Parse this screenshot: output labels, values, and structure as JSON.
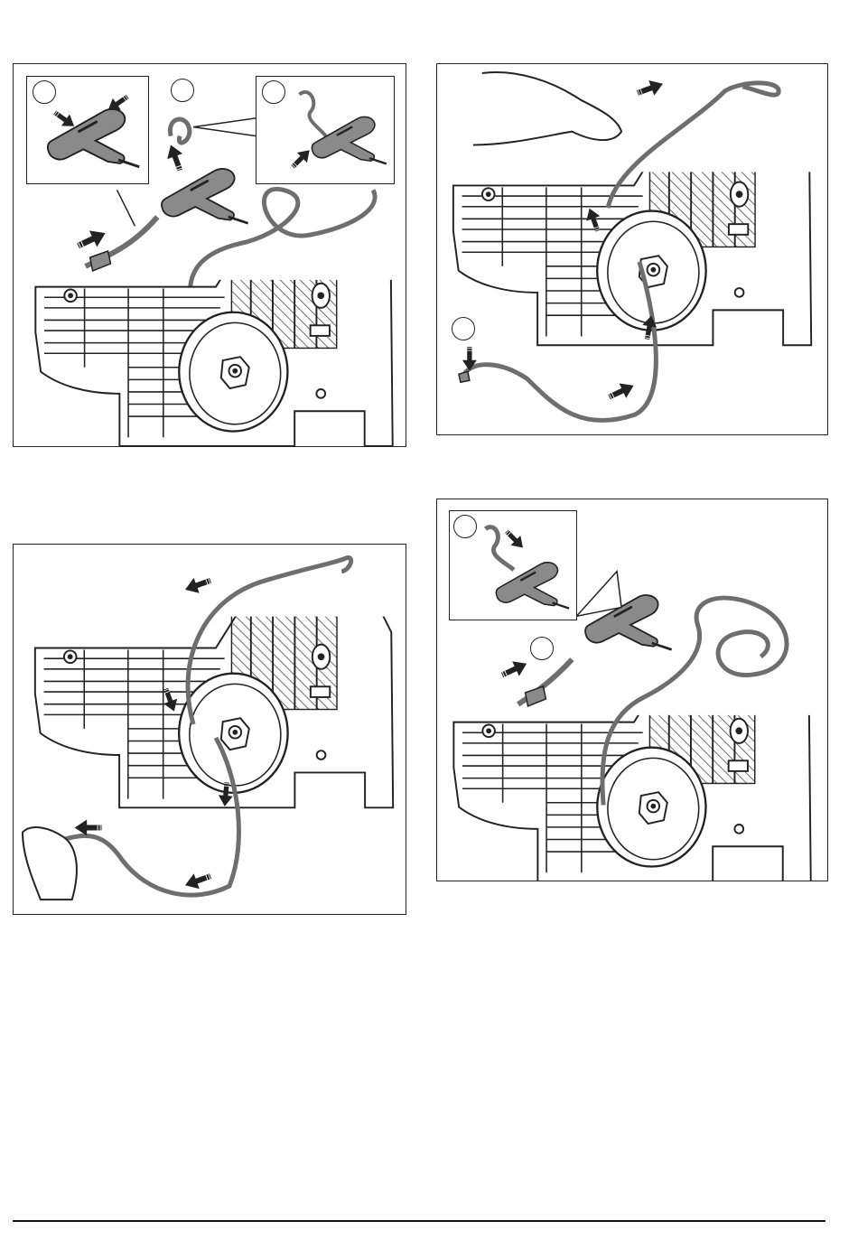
{
  "page": {
    "background": "#ffffff"
  },
  "colors": {
    "line": "#222222",
    "rope": "#6e6e6e",
    "handle": "#8a8a8a",
    "hatch": "#444444"
  },
  "figures": [
    {
      "id": "fig-1",
      "step_badges": [
        "",
        "",
        ""
      ],
      "icons": [
        "starter-housing-icon",
        "rope-rotor-icon",
        "starter-grip-icon",
        "rope-knot-icon",
        "arrow-icon"
      ]
    },
    {
      "id": "fig-2",
      "step_badges": [
        ""
      ],
      "icons": [
        "starter-housing-icon",
        "rope-rotor-icon",
        "hand-icon",
        "arrow-icon"
      ]
    },
    {
      "id": "fig-3",
      "step_badges": [],
      "icons": [
        "starter-housing-icon",
        "rope-rotor-icon",
        "hand-icon",
        "arrow-icon"
      ]
    },
    {
      "id": "fig-4",
      "step_badges": [
        "",
        ""
      ],
      "icons": [
        "starter-housing-icon",
        "rope-rotor-icon",
        "starter-grip-icon",
        "rope-knot-icon",
        "arrow-icon"
      ]
    }
  ]
}
